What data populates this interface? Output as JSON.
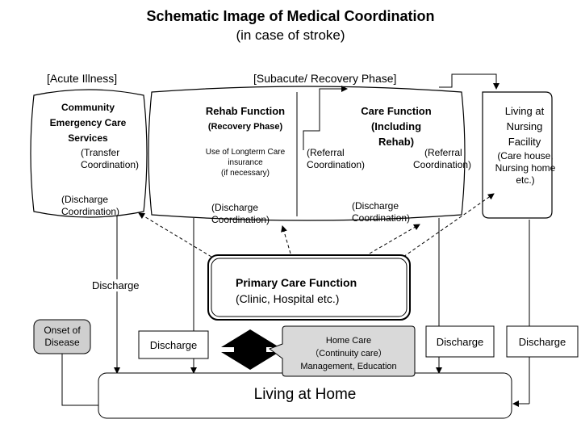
{
  "title": {
    "line1": "Schematic Image of Medical Coordination",
    "line2": "(in case of stroke)"
  },
  "phases": {
    "acute": "[Acute Illness]",
    "subacute": "[Subacute/ Recovery Phase]"
  },
  "community": {
    "title_l1": "Community",
    "title_l2": "Emergency Care",
    "title_l3": "Services",
    "transfer_l1": "(Transfer",
    "transfer_l2": "Coordination)",
    "discharge_l1": "(Discharge",
    "discharge_l2": "Coordination)"
  },
  "rehab": {
    "title": "Rehab Function",
    "sub": "(Recovery Phase)",
    "ins_l1": "Use of Longterm Care",
    "ins_l2": "insurance",
    "ins_l3": "(if necessary)",
    "discharge_l1": "(Discharge",
    "discharge_l2": "Coordination)"
  },
  "care": {
    "title_l1": "Care Function",
    "title_l2": "(Including",
    "title_l3": "Rehab)",
    "referral_l1": "(Referral",
    "referral_l2": "Coordination)",
    "discharge_l1": "(Discharge",
    "discharge_l2": "Coordination)"
  },
  "nursing": {
    "title_l1": "Living at",
    "title_l2": "Nursing",
    "title_l3": "Facility",
    "sub_l1": "(Care house,",
    "sub_l2": "Nursing home",
    "sub_l3": "etc.)",
    "referral_l1": "(Referral",
    "referral_l2": "Coordination)"
  },
  "primary": {
    "line1": "Primary Care Function",
    "line2": "(Clinic, Hospital etc.)"
  },
  "home_care": {
    "line1": "Home Care",
    "line2": "（Continuity care）",
    "line3": "Management, Education"
  },
  "onset": {
    "line1": "Onset of",
    "line2": "Disease"
  },
  "discharges": {
    "left": "Discharge",
    "center": "Discharge",
    "right1": "Discharge",
    "right2": "Discharge"
  },
  "home": "Living at Home",
  "colors": {
    "onset_fill": "#cfcfcf",
    "home_care_fill": "#d9d9d9",
    "line": "#000000"
  }
}
